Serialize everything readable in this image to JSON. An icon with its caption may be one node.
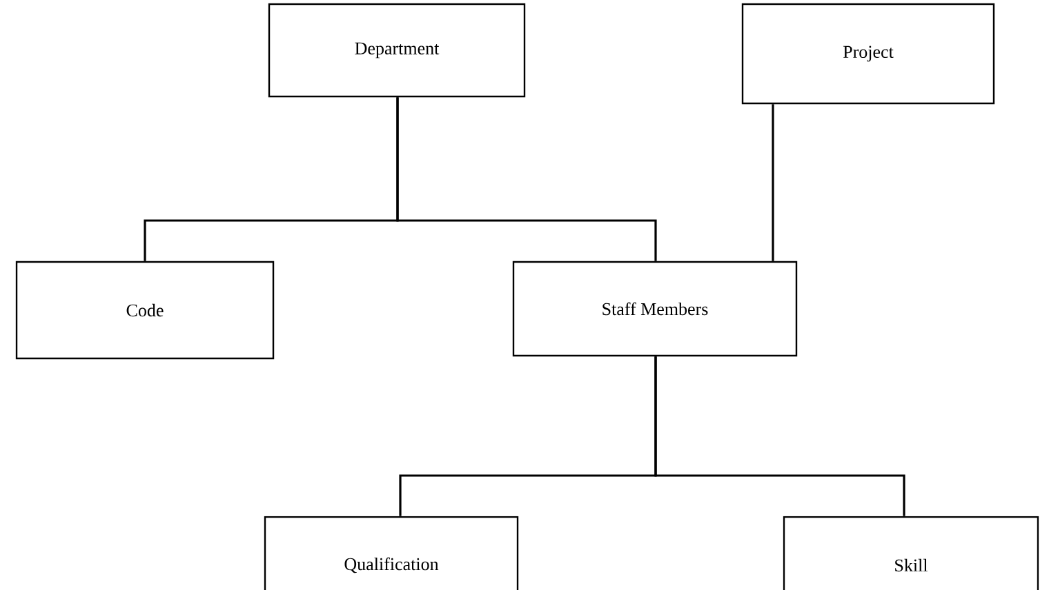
{
  "diagram": {
    "nodes": [
      {
        "text": [
          "Department"
        ]
      },
      {
        "text": [
          "Project"
        ]
      },
      {
        "text": [
          "Code"
        ]
      },
      {
        "text": [
          "Staff Members"
        ]
      },
      {
        "text": [
          "Qualification"
        ]
      },
      {
        "text": [
          "Skill"
        ]
      }
    ],
    "edges": [
      {
        "from": 0,
        "to": 2,
        "arrow": "none"
      },
      {
        "from": 0,
        "to": 3,
        "arrow": "none"
      },
      {
        "from": 1,
        "to": 3,
        "arrow": "none"
      },
      {
        "from": 3,
        "to": 4,
        "arrow": "none"
      },
      {
        "from": 3,
        "to": 5,
        "arrow": "none"
      }
    ]
  }
}
